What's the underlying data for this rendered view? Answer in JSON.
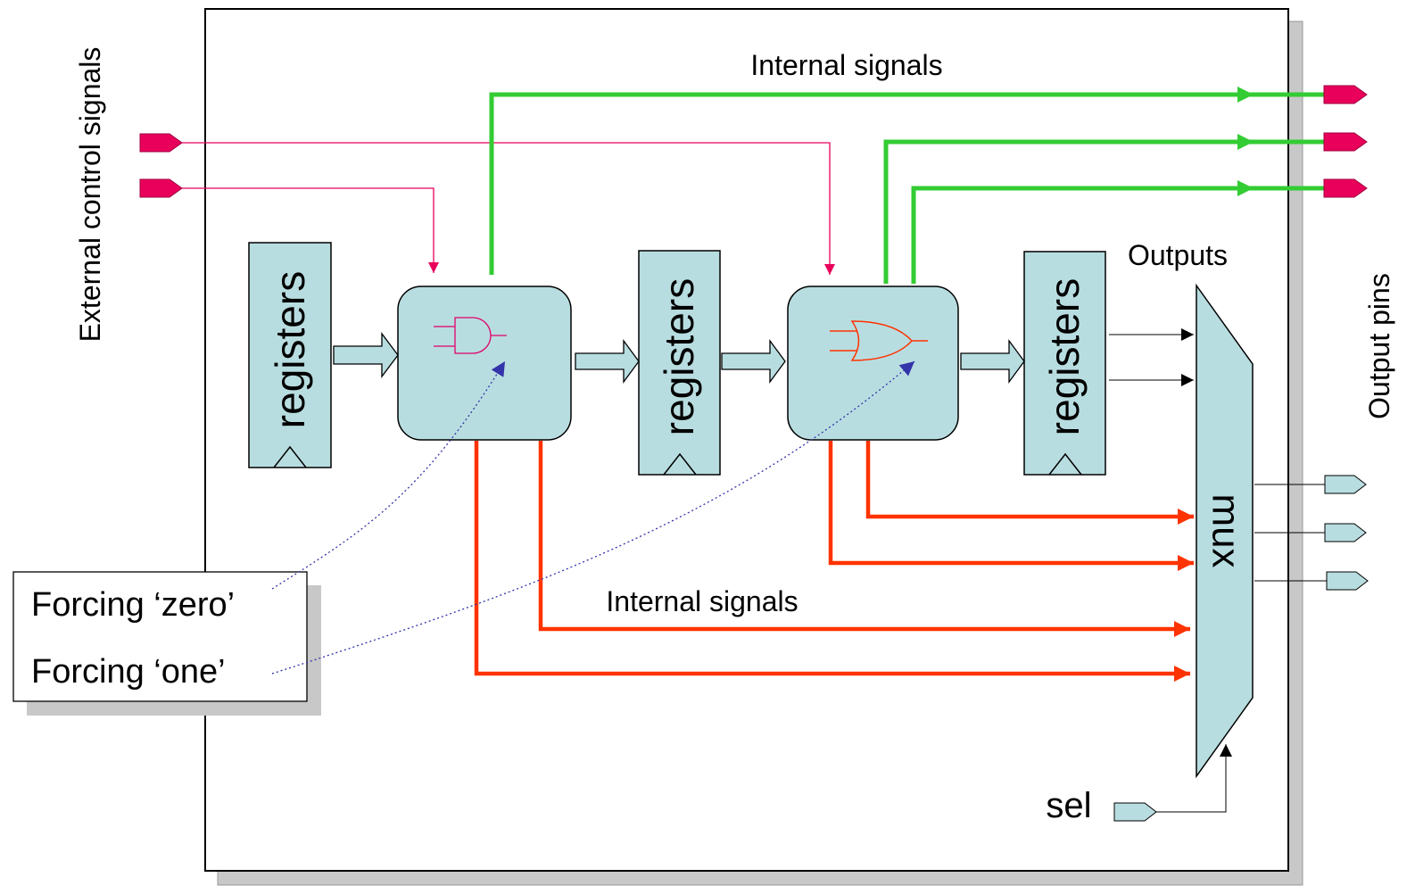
{
  "labels": {
    "external_control": "External control signals",
    "output_pins": "Output pins",
    "internal_signals_top": "Internal signals",
    "internal_signals_bottom": "Internal signals",
    "outputs": "Outputs",
    "sel": "sel",
    "mux": "mux",
    "registers_1": "registers",
    "registers_2": "registers",
    "registers_3": "registers"
  },
  "legend": {
    "forcing_zero": "Forcing ‘zero’",
    "forcing_one": "Forcing ‘one’"
  },
  "colors": {
    "block_fill": "#b8dde0",
    "control_signal": "#e8005a",
    "green_signal": "#33cc33",
    "red_signal": "#ff3300",
    "and_gate": "#e0006b",
    "or_gate": "#ff3300",
    "force_line": "#3333aa"
  }
}
